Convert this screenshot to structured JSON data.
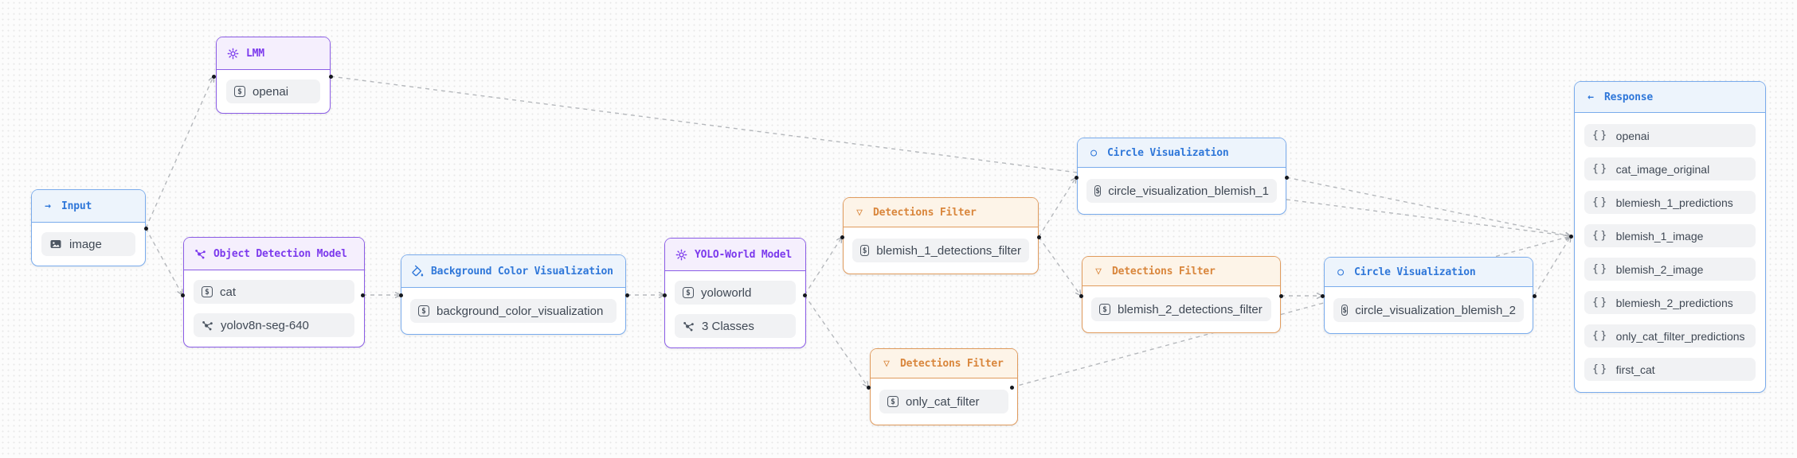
{
  "nodes": {
    "input": {
      "title": "Input",
      "items": [
        {
          "label": "image",
          "icon": "image-icon"
        }
      ]
    },
    "lmm": {
      "title": "LMM",
      "items": [
        {
          "label": "openai",
          "icon": "dollar-square-icon"
        }
      ]
    },
    "odm": {
      "title": "Object Detection Model",
      "items": [
        {
          "label": "cat",
          "icon": "dollar-square-icon"
        },
        {
          "label": "yolov8n-seg-640",
          "icon": "network-icon"
        }
      ]
    },
    "bg": {
      "title": "Background Color Visualization",
      "items": [
        {
          "label": "background_color_visualization",
          "icon": "dollar-square-icon"
        }
      ]
    },
    "yolo": {
      "title": "YOLO-World Model",
      "items": [
        {
          "label": "yoloworld",
          "icon": "dollar-square-icon"
        },
        {
          "label": "3 Classes",
          "icon": "network-icon"
        }
      ]
    },
    "df1": {
      "title": "Detections Filter",
      "items": [
        {
          "label": "blemish_1_detections_filter",
          "icon": "dollar-square-icon"
        }
      ]
    },
    "cv1": {
      "title": "Circle Visualization",
      "items": [
        {
          "label": "circle_visualization_blemish_1",
          "icon": "dollar-square-icon"
        }
      ]
    },
    "df2": {
      "title": "Detections Filter",
      "items": [
        {
          "label": "blemish_2_detections_filter",
          "icon": "dollar-square-icon"
        }
      ]
    },
    "cv2": {
      "title": "Circle Visualization",
      "items": [
        {
          "label": "circle_visualization_blemish_2",
          "icon": "dollar-square-icon"
        }
      ]
    },
    "df3": {
      "title": "Detections Filter",
      "items": [
        {
          "label": "only_cat_filter",
          "icon": "dollar-square-icon"
        }
      ]
    },
    "response": {
      "title": "Response",
      "items": [
        "openai",
        "cat_image_original",
        "blemiesh_1_predictions",
        "blemish_1_image",
        "blemish_2_image",
        "blemiesh_2_predictions",
        "only_cat_filter_predictions",
        "first_cat"
      ]
    }
  },
  "edges": [
    {
      "from": "input",
      "to": "lmm"
    },
    {
      "from": "input",
      "to": "odm"
    },
    {
      "from": "odm",
      "to": "bg"
    },
    {
      "from": "bg",
      "to": "yolo"
    },
    {
      "from": "yolo",
      "to": "df1"
    },
    {
      "from": "yolo",
      "to": "df3"
    },
    {
      "from": "df1",
      "to": "cv1"
    },
    {
      "from": "df1",
      "to": "df2"
    },
    {
      "from": "df2",
      "to": "cv2"
    },
    {
      "from": "lmm",
      "to": "response"
    },
    {
      "from": "cv1",
      "to": "response"
    },
    {
      "from": "cv2",
      "to": "response"
    },
    {
      "from": "df3",
      "to": "response"
    }
  ],
  "glyphs": {
    "arrow_right": "→",
    "arrow_left": "←",
    "funnel": "▽",
    "circle": "○",
    "dollar": "$",
    "braces": "{}"
  },
  "colors": {
    "purple_border": "#8b5ce6",
    "purple_text": "#7c3aed",
    "purple_header_bg": "#f5effd",
    "blue_border": "#79abec",
    "blue_text": "#2f77d9",
    "blue_header_bg": "#edf4fc",
    "orange_border": "#e09b5d",
    "orange_text": "#d9863c",
    "orange_header_bg": "#fdf4e8",
    "item_bg": "#f1f2f4",
    "item_text": "#3f4854",
    "edge": "#b5b8bc",
    "port": "#15181e",
    "canvas_bg": "#fcfcfc"
  }
}
